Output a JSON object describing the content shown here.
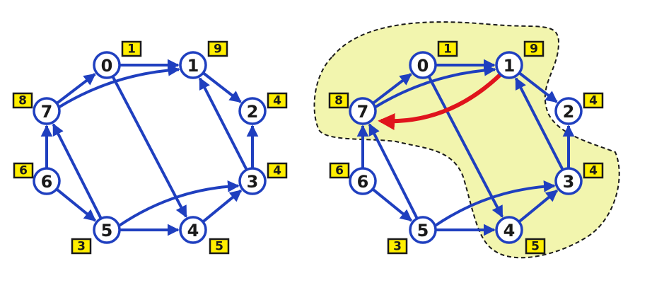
{
  "nodes": [
    {
      "id": "0",
      "badge": "1"
    },
    {
      "id": "1",
      "badge": "9"
    },
    {
      "id": "2",
      "badge": "4"
    },
    {
      "id": "3",
      "badge": "4"
    },
    {
      "id": "4",
      "badge": "5"
    },
    {
      "id": "5",
      "badge": "3"
    },
    {
      "id": "6",
      "badge": "6"
    },
    {
      "id": "7",
      "badge": "8"
    }
  ],
  "edges": [
    {
      "from": "7",
      "to": "0"
    },
    {
      "from": "7",
      "to": "1"
    },
    {
      "from": "0",
      "to": "1"
    },
    {
      "from": "0",
      "to": "4"
    },
    {
      "from": "1",
      "to": "2"
    },
    {
      "from": "3",
      "to": "2"
    },
    {
      "from": "3",
      "to": "1"
    },
    {
      "from": "6",
      "to": "7"
    },
    {
      "from": "6",
      "to": "5"
    },
    {
      "from": "5",
      "to": "7"
    },
    {
      "from": "5",
      "to": "4"
    },
    {
      "from": "5",
      "to": "3"
    },
    {
      "from": "4",
      "to": "3"
    }
  ],
  "highlighted_edge": {
    "from": "1",
    "to": "7"
  },
  "colors": {
    "edge": "#1f3fbf",
    "highlight_edge": "#e0141c",
    "badge_fill": "#ffee00",
    "region_fill": "#f2f5ae",
    "node_fill": "#ffffff"
  }
}
